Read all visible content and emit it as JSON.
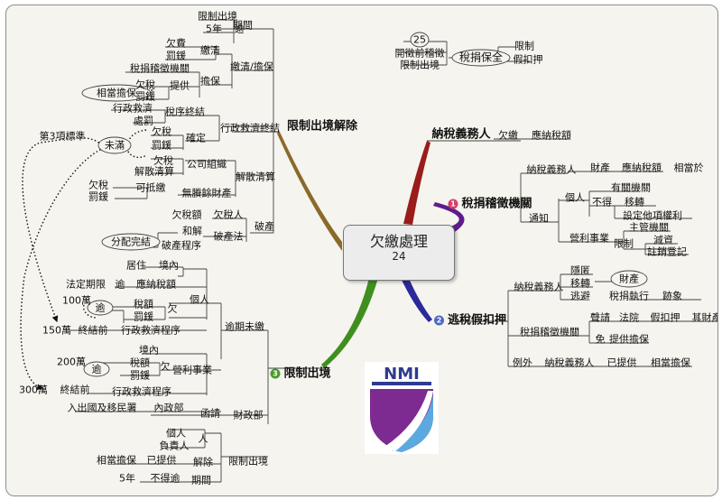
{
  "center": {
    "title": "欠繳處理",
    "count": "24"
  },
  "colors": {
    "green": "#3f8f1f",
    "purple": "#5e1c8c",
    "blue": "#2a2a9a",
    "red": "#9a1c1c",
    "pink_badge": "#d6416a",
    "blue_badge": "#4e67c8",
    "green_badge": "#4b9a2c"
  },
  "branches": {
    "taxpayer": {
      "label": "納稅義務人",
      "child": "欠繳",
      "leaf": "應納稅額"
    },
    "agency": {
      "badge": "1",
      "label": "稅捐稽徵機關",
      "taxpayer": "納稅義務人",
      "property": "財產",
      "tax_due": "應納稅額",
      "equal": "相當於",
      "notify": "通知",
      "person": "個人",
      "relevant_agency": "有關機關",
      "cannot": "不得",
      "transfer": "移轉",
      "set_rights": "設定他項權利",
      "business": "營利事業",
      "competent": "主管機關",
      "restrict": "限制",
      "reduce_capital": "減資",
      "cancel_reg": "註銷登記"
    },
    "evasion": {
      "badge": "2",
      "label": "逃稅假扣押",
      "taxpayer": "納稅義務人",
      "hide": "隱匿",
      "move": "移轉",
      "evade": "逃避",
      "asset": "財產",
      "enforce": "稅捐執行",
      "sign": "跡象",
      "agency": "稅捐稽徵機關",
      "apply": "聲請",
      "court": "法院",
      "seizure": "假扣押",
      "its_asset": "其財產",
      "exempt": "免",
      "provide_guarantee": "提供擔保",
      "exception": "例外",
      "taxpayer2": "納稅義務人",
      "provided": "已提供",
      "equivalent_guarantee": "相當擔保"
    },
    "top": {
      "n25": "25",
      "prior_collect": "開徵前稽徵",
      "restrict_exit": "限制出境",
      "preserve": "稅捐保全",
      "restrict": "限制",
      "seizure": "假扣押"
    },
    "lift": {
      "label": "限制出境解除",
      "period": "期間",
      "restrict_exit": "限制出境",
      "years5": "5年",
      "expire": "逾",
      "paid": "繳清",
      "owed_tax": "欠費",
      "fine": "罰鍰",
      "paid_guarantee": "繳清/擔保",
      "guarantee": "擔保",
      "agency": "稅捐稽徵機關",
      "provide": "提供",
      "equal_guarantee": "相當擔保",
      "tax_owed": "欠稅",
      "fine2": "罰鍰",
      "remedy_end": "行政救濟終結",
      "remedy_proc": "行政救濟",
      "punish": "處罰",
      "procedure_end": "稅序終結",
      "confirm": "確定",
      "under": "未滿",
      "std3": "第3項標準",
      "tax_owed2": "欠稅",
      "fine3": "罰鍰",
      "liquidate": "解散清算",
      "company": "公司組織",
      "tax_owed3": "欠稅",
      "dissolve": "解散清算",
      "deductible": "可抵繳",
      "tax_owed4": "欠稅",
      "fine4": "罰鍰",
      "no_surplus": "無賸餘財產",
      "bankrupt": "破產",
      "tax_amount": "欠稅額",
      "owed_person": "欠稅人",
      "reconcile": "和解",
      "bankrupt_law": "破產法",
      "distribute_done": "分配完結",
      "bankrupt_proc": "破產程序"
    },
    "exit": {
      "badge": "3",
      "label": "限制出境",
      "overdue": "逾期未繳",
      "personal": "個人",
      "resident": "居住",
      "domestic": "境內",
      "lawful_limit": "法定期限",
      "exceed": "逾",
      "tax_due": "應納稅額",
      "owe": "欠",
      "m100": "100萬",
      "over": "逾",
      "tax_amount": "稅額",
      "fine": "罰鍰",
      "m150": "150萬",
      "end_before": "終結前",
      "remedy_proc": "行政救濟程序",
      "business": "營利事業",
      "domestic2": "境內",
      "m200": "200萬",
      "over2": "逾",
      "tax_owed": "欠",
      "tax_amount2": "稅額",
      "fine2": "罰鍰",
      "m300": "300萬",
      "end_before2": "終結前",
      "remedy_proc2": "行政救濟程序",
      "finance": "財政部",
      "letter": "函請",
      "ministry": "內政部",
      "immigration": "入出國及移民署",
      "restrict_exit": "限制出境",
      "person": "人",
      "individual": "個人",
      "responsible": "負責人",
      "release": "解除",
      "provided": "已提供",
      "equal_guarantee": "相當擔保",
      "period": "期間",
      "no_exceed": "不得逾",
      "years5": "5年"
    }
  }
}
